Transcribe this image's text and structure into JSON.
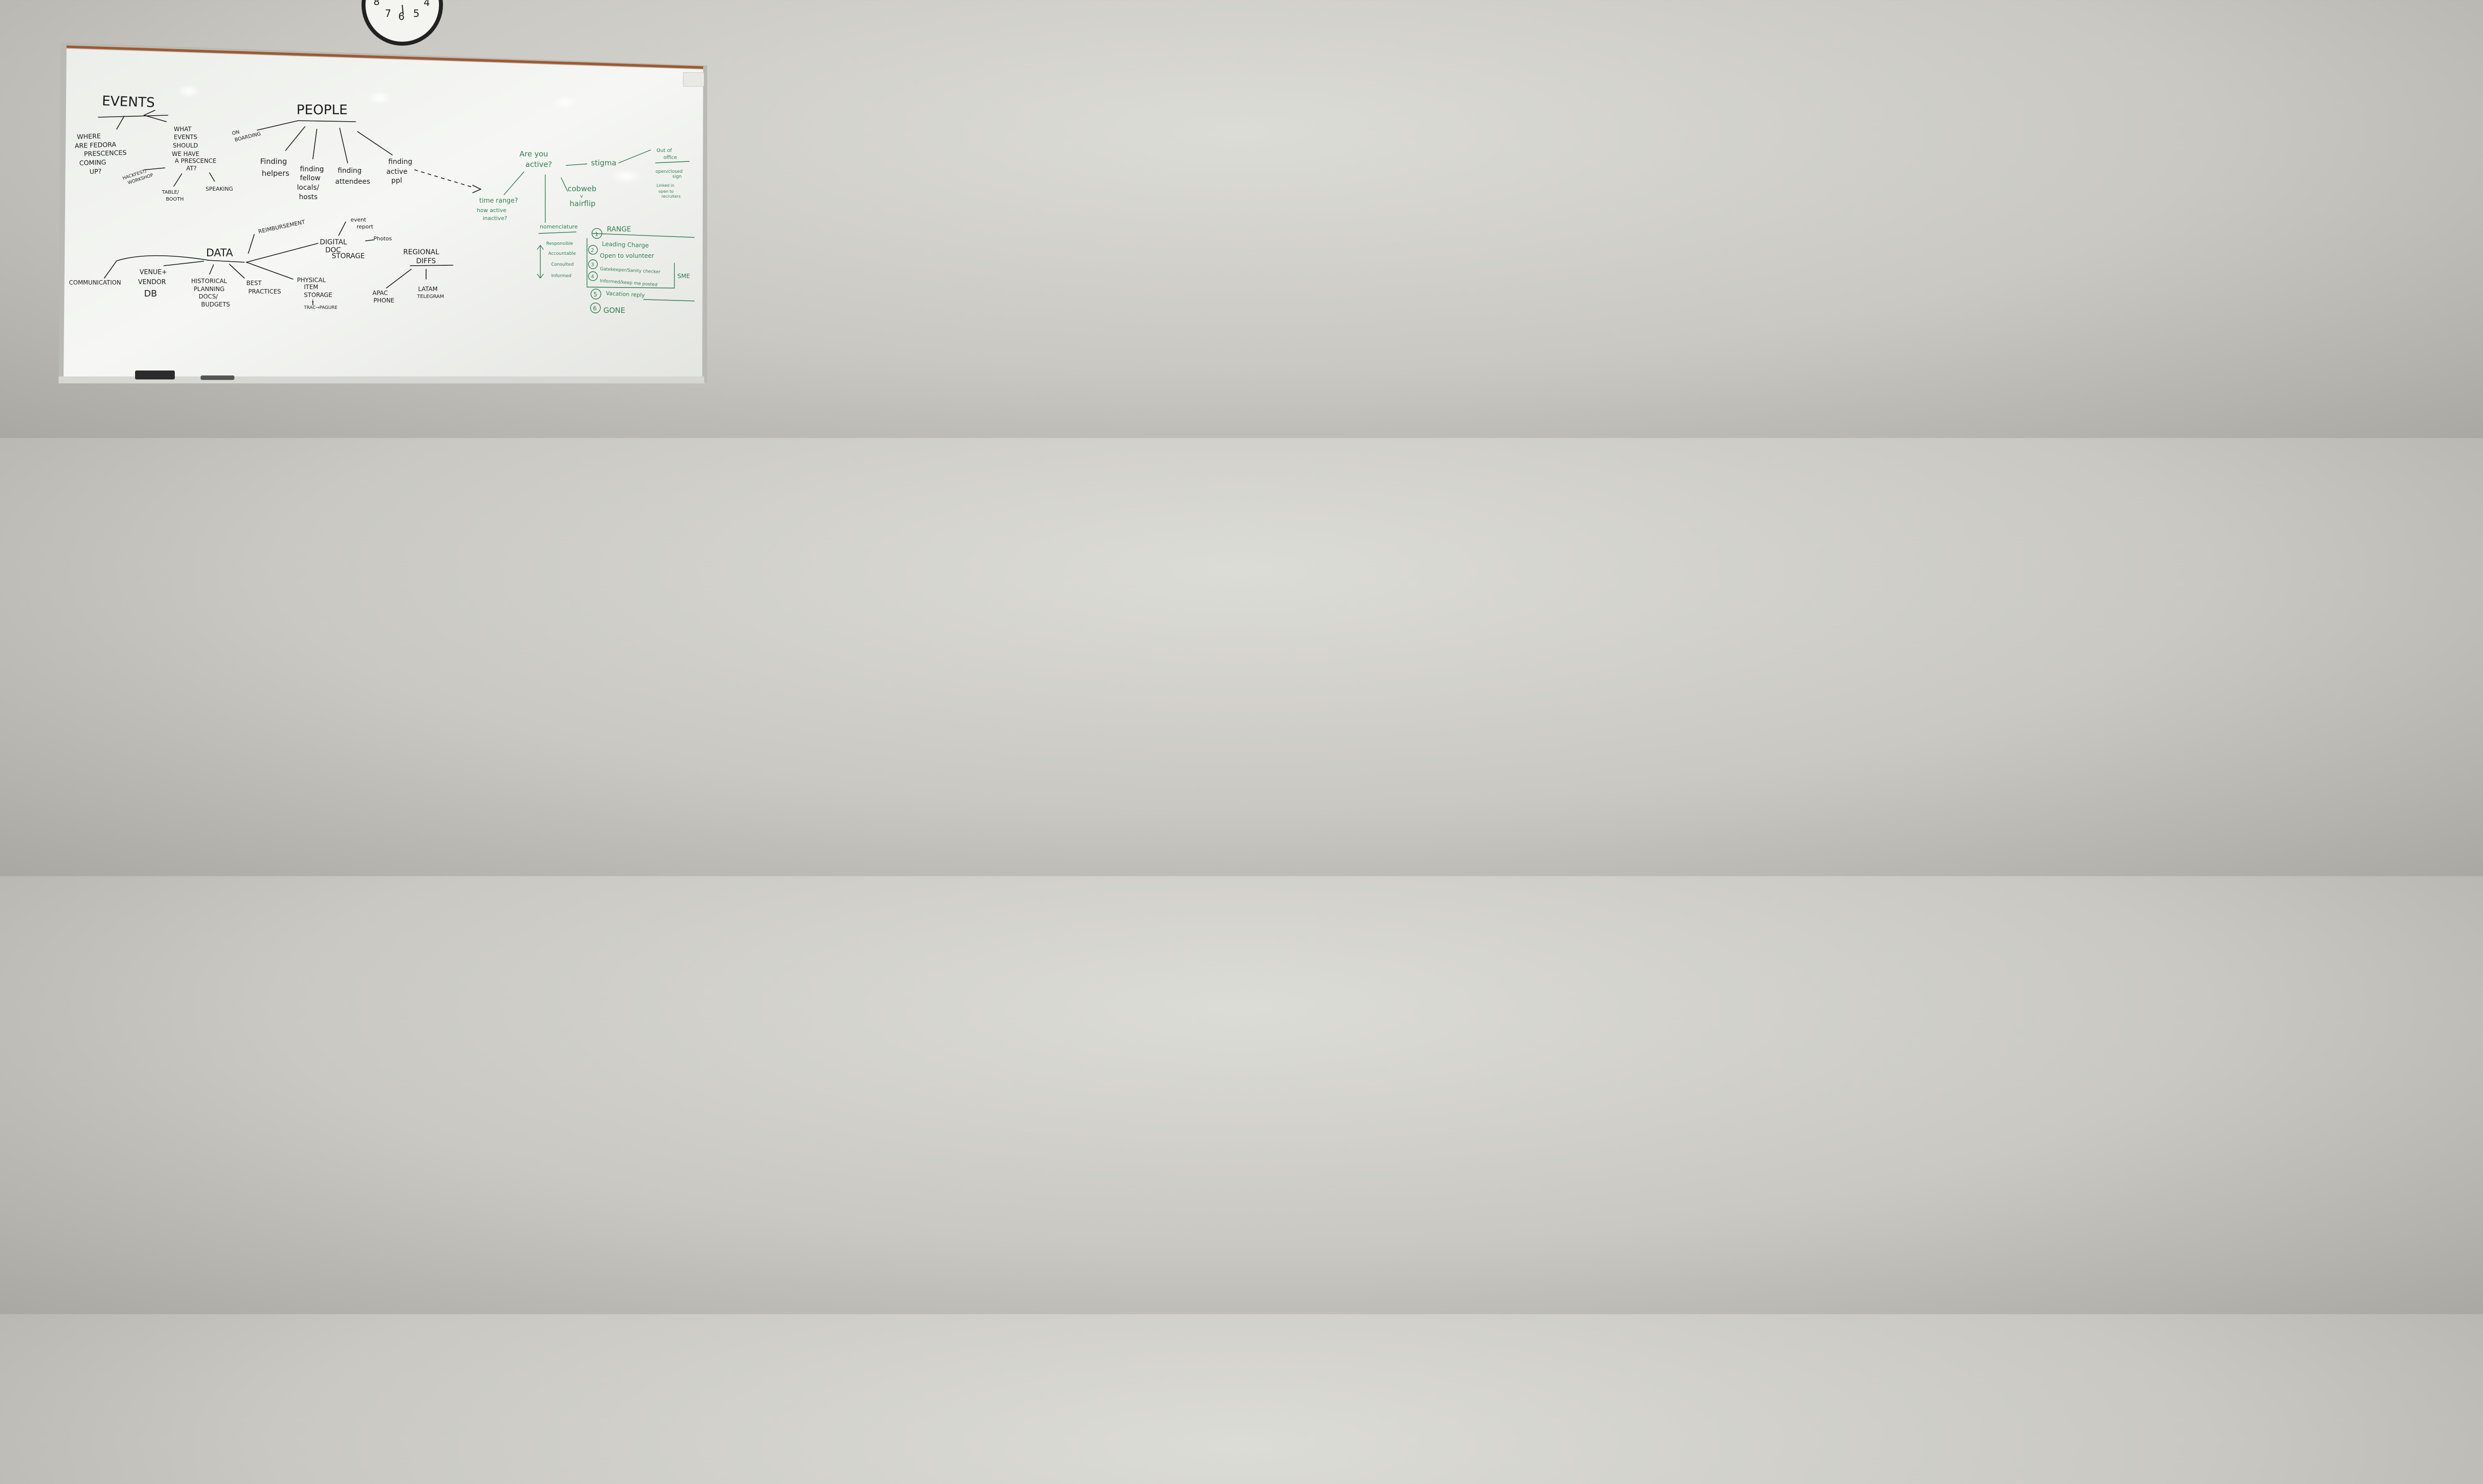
{
  "colors": {
    "marker_black": "#1c1c1c",
    "marker_green": "#2f7f4e",
    "board": "#f3f4f1",
    "wall": "#cfcec8",
    "frame": "#b9b9b5",
    "map_rail": "#a0582f"
  },
  "clock": {
    "visible_numerals": [
      "7",
      "6",
      "5",
      "4",
      "8"
    ]
  },
  "black_notes": {
    "events": {
      "title": "EVENTS",
      "where_lines": [
        "WHERE",
        "ARE FEDORA",
        "PRESCENCES",
        "COMING",
        "UP?"
      ],
      "what_lines": [
        "WHAT",
        "EVENTS",
        "SHOULD",
        "WE HAVE",
        "A PRESCENCE",
        "AT?"
      ],
      "hackfest_lines": [
        "HACKFEST/",
        "WORKSHOP"
      ],
      "table_lines": [
        "TABLE/",
        "BOOTH"
      ],
      "speaking": "SPEAKING"
    },
    "people": {
      "title": "PEOPLE",
      "onboarding_lines": [
        "ON",
        "BOARDING"
      ],
      "helpers_lines": [
        "Finding",
        "helpers"
      ],
      "locals_lines": [
        "finding",
        "fellow",
        "locals/",
        "hosts"
      ],
      "attendees_lines": [
        "finding",
        "attendees"
      ],
      "active_lines": [
        "finding",
        "active",
        "ppl"
      ]
    },
    "data": {
      "title": "DATA",
      "reimbursement": "REIMBURSEMENT",
      "digital_lines": [
        "DIGITAL",
        "DOC",
        "STORAGE"
      ],
      "event_report_lines": [
        "event",
        "report"
      ],
      "photos": "Photos",
      "communication": "COMMUNICATION",
      "venue_lines": [
        "VENUE+",
        "VENDOR",
        "DB"
      ],
      "historical_lines": [
        "HISTORICAL",
        "PLANNING",
        "DOCS/",
        "BUDGETS"
      ],
      "best_lines": [
        "BEST",
        "PRACTICES"
      ],
      "physical_lines": [
        "PHYSICAL",
        "ITEM",
        "STORAGE",
        "↓",
        "TRAC→PAGURE"
      ]
    },
    "regional": {
      "title_lines": [
        "REGIONAL",
        "DIFFS"
      ],
      "apac_lines": [
        "APAC",
        "PHONE"
      ],
      "latam_lines": [
        "LATAM",
        "TELEGRAM"
      ]
    }
  },
  "green_notes": {
    "active_lines": [
      "Are you",
      "active?"
    ],
    "stigma": "stigma",
    "out_of_office_lines": [
      "Out of",
      "office"
    ],
    "open_closed_lines": [
      "open/closed",
      "sign"
    ],
    "linkedin_lines": [
      "Linked in",
      "open to",
      "recruiters"
    ],
    "time_range_lines": [
      "time range?",
      "how active",
      "inactive?"
    ],
    "cobweb_lines": [
      "cobweb",
      "v",
      "hairflip"
    ],
    "nomenclature": "nomenclature",
    "raci": [
      "Responsible",
      "Accountable",
      "Consulted",
      "Informed"
    ],
    "range_title": "RANGE",
    "range_items": [
      {
        "num": "1",
        "text": "Leading Charge"
      },
      {
        "num": "2",
        "text": "Open to volunteer"
      },
      {
        "num": "3",
        "text": "Gatekeeper/Sanity checker"
      },
      {
        "num": "4",
        "text": "Informed/keep me posted"
      },
      {
        "num": "5",
        "text": "Vacation reply"
      },
      {
        "num": "6",
        "text": "GONE"
      }
    ],
    "sme": "SME"
  }
}
